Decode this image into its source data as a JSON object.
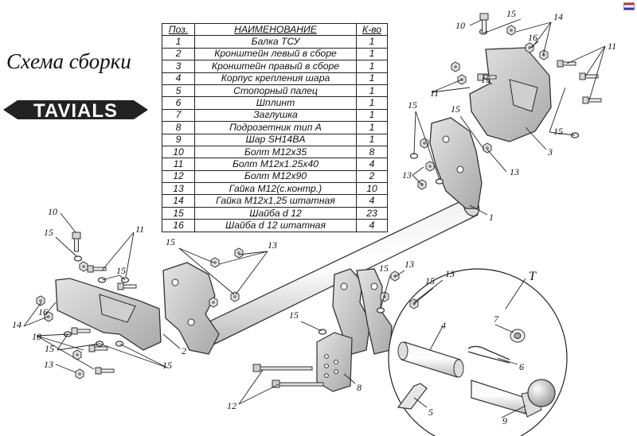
{
  "title": "Схема сборки",
  "logo": {
    "text": "TAVIALS",
    "icon": "tow-bar-brand-logo"
  },
  "table": {
    "headers": {
      "pos": "Поз.",
      "name": "НАИМЕНОВАНИЕ",
      "qty": "К-во"
    },
    "rows": [
      {
        "pos": "1",
        "name": "Балка ТСУ",
        "qty": "1"
      },
      {
        "pos": "2",
        "name": "Кронштейн левый в сборе",
        "qty": "1"
      },
      {
        "pos": "3",
        "name": "Кронштейн правый в сборе",
        "qty": "1"
      },
      {
        "pos": "4",
        "name": "Корпус крепления шара",
        "qty": "1"
      },
      {
        "pos": "5",
        "name": "Стопорный палец",
        "qty": "1"
      },
      {
        "pos": "6",
        "name": "Шплинт",
        "qty": "1"
      },
      {
        "pos": "7",
        "name": "Заглушка",
        "qty": "1"
      },
      {
        "pos": "8",
        "name": "Подрозетник тип А",
        "qty": "1"
      },
      {
        "pos": "9",
        "name": "Шар SH14BA",
        "qty": "1"
      },
      {
        "pos": "10",
        "name": "Болт М12х35",
        "qty": "8"
      },
      {
        "pos": "11",
        "name": "Болт М12х1.25х40",
        "qty": "4"
      },
      {
        "pos": "12",
        "name": "Болт М12х90",
        "qty": "2"
      },
      {
        "pos": "13",
        "name": "Гайка М12(с.контр.)",
        "qty": "10"
      },
      {
        "pos": "14",
        "name": "Гайка М12х1,25 штатная",
        "qty": "4"
      },
      {
        "pos": "15",
        "name": "Шайба d 12",
        "qty": "23"
      },
      {
        "pos": "16",
        "name": "Шайба d 12 штатная",
        "qty": "4"
      }
    ]
  },
  "callouts": {
    "c1": "1",
    "c2": "2",
    "c3": "3",
    "c4": "4",
    "c5": "5",
    "c6": "6",
    "c7": "7",
    "c8": "8",
    "c9": "9",
    "c10": "10",
    "c11": "11",
    "c12": "12",
    "c13": "13",
    "c14": "14",
    "c15": "15",
    "c16": "16",
    "detail": "T"
  }
}
